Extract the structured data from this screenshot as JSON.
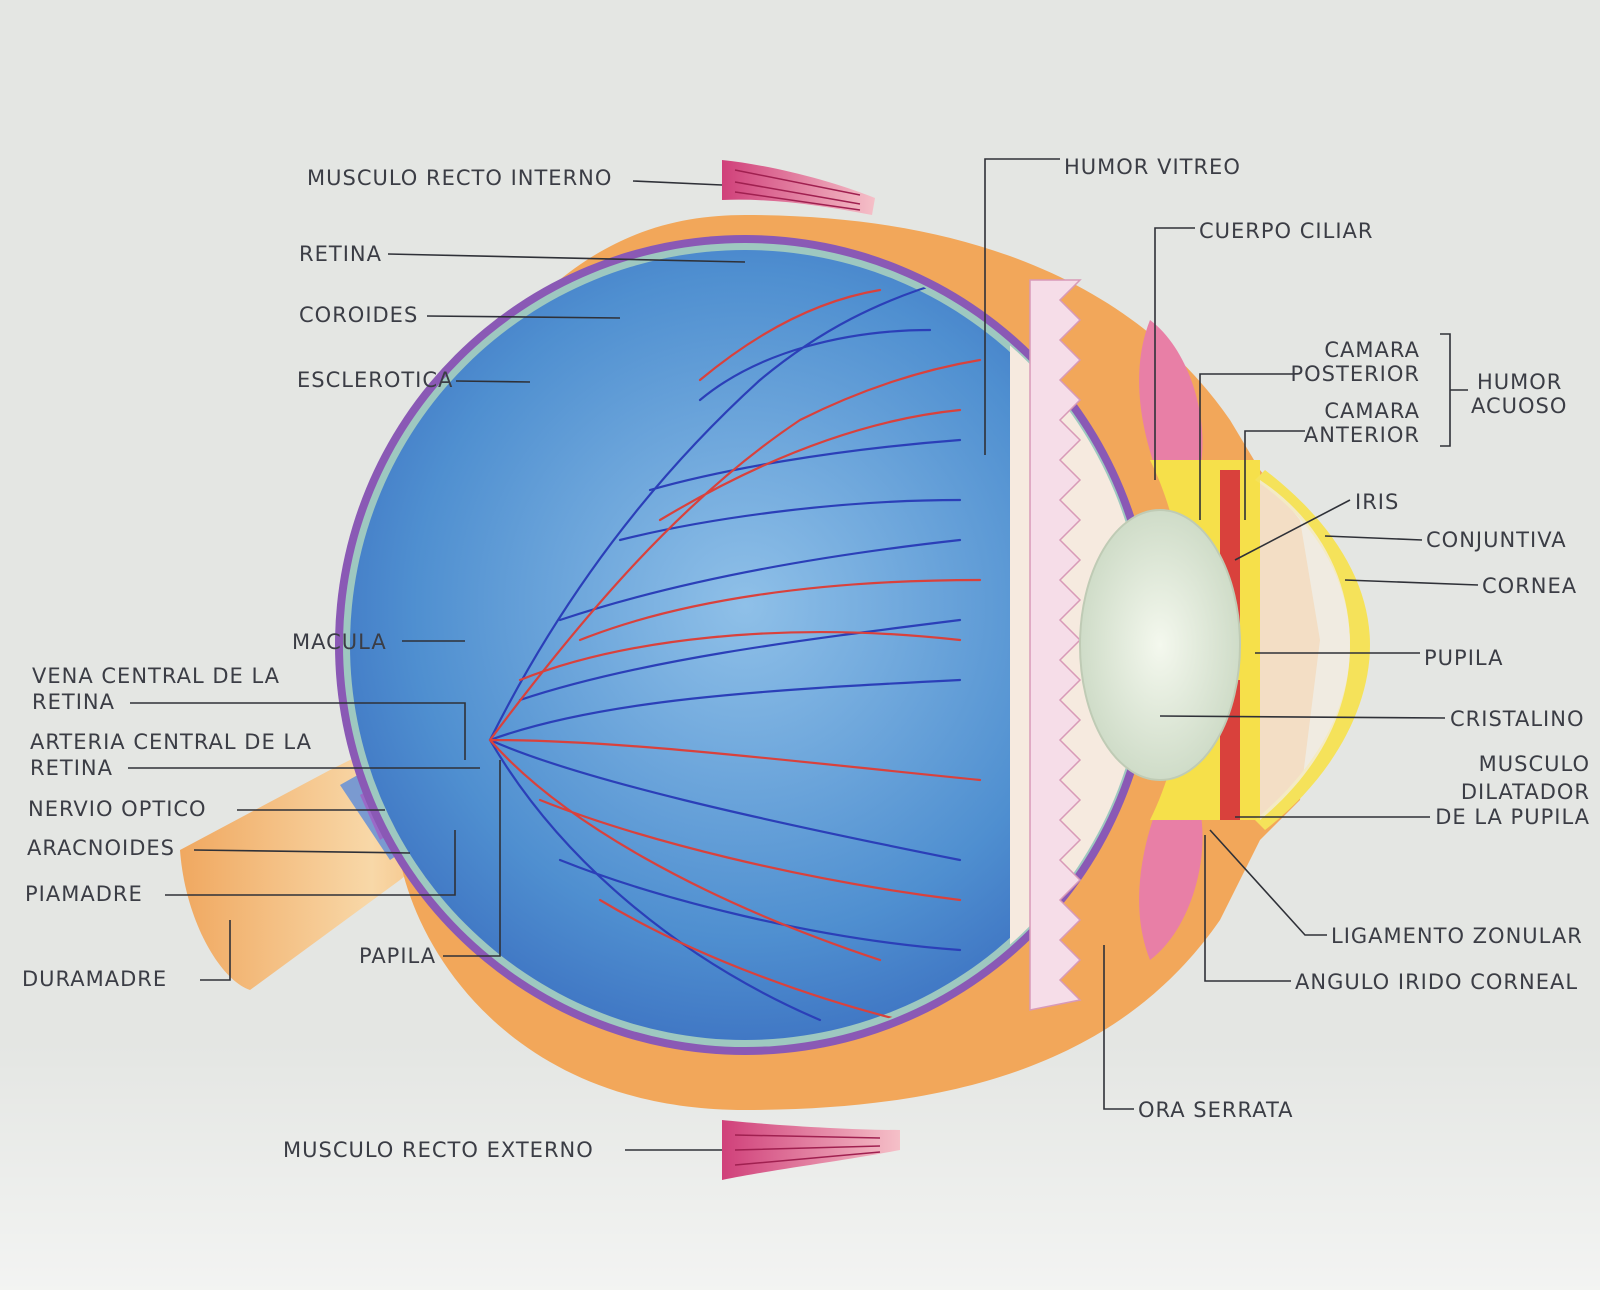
{
  "labels": {
    "musculo_recto_interno": "MUSCULO RECTO INTERNO",
    "retina": "RETINA",
    "coroides": "COROIDES",
    "esclerotica": "ESCLEROTICA",
    "macula": "MACULA",
    "vena_central_1": "VENA CENTRAL DE LA",
    "vena_central_2": "RETINA",
    "arteria_central_1": "ARTERIA CENTRAL DE LA",
    "arteria_central_2": "RETINA",
    "nervio_optico": "NERVIO OPTICO",
    "aracnoides": "ARACNOIDES",
    "piamadre": "PIAMADRE",
    "duramadre": "DURAMADRE",
    "papila": "PAPILA",
    "musculo_recto_externo": "MUSCULO RECTO EXTERNO",
    "humor_vitreo": "HUMOR VITREO",
    "cuerpo_ciliar": "CUERPO CILIAR",
    "camara_posterior_1": "CAMARA",
    "camara_posterior_2": "POSTERIOR",
    "camara_anterior_1": "CAMARA",
    "camara_anterior_2": "ANTERIOR",
    "humor_acuoso_1": "HUMOR",
    "humor_acuoso_2": "ACUOSO",
    "iris": "IRIS",
    "conjuntiva": "CONJUNTIVA",
    "cornea": "CORNEA",
    "pupila": "PUPILA",
    "cristalino": "CRISTALINO",
    "musculo_dilatador_1": "MUSCULO",
    "musculo_dilatador_2": "DILATADOR",
    "musculo_dilatador_3": "DE LA PUPILA",
    "ligamento_zonular": "LIGAMENTO ZONULAR",
    "angulo_irido_corneal": "ANGULO IRIDO CORNEAL",
    "ora_serrata": "ORA SERRATA"
  },
  "colors": {
    "sclera": "#f2a75a",
    "vitreous": "#4f8fd0",
    "choroid": "#8a59b5",
    "vein": "#2b3fb8",
    "artery": "#d9413c",
    "lens": "#e6eee2",
    "muscle": "#d96a8a",
    "label_text": "#3b3d45"
  }
}
